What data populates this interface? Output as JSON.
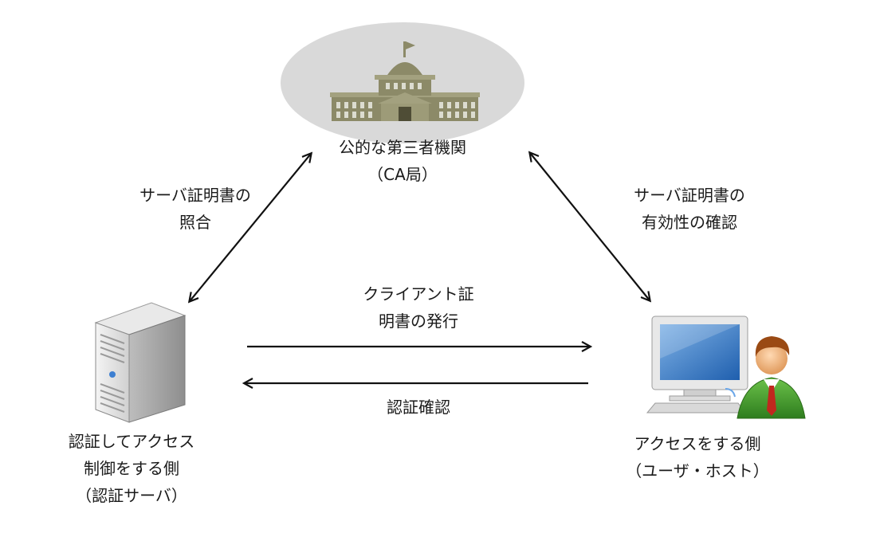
{
  "ca": {
    "label_line1": "公的な第三者機関",
    "label_line2": "（CA局）",
    "ellipse_color": "#d9d9d9",
    "icon": "government-building-icon"
  },
  "server": {
    "label_line1": "認証してアクセス",
    "label_line2": "制御をする側",
    "label_line3": "（認証サーバ）",
    "icon": "server-tower-icon"
  },
  "client": {
    "label_line1": "アクセスをする側",
    "label_line2": "（ユーザ・ホスト）",
    "icon": "user-computer-icon"
  },
  "edges": {
    "server_ca_line1": "サーバ証明書の",
    "server_ca_line2": "照合",
    "client_ca_line1": "サーバ証明書の",
    "client_ca_line2": "有効性の確認",
    "issue_line1": "クライアント証",
    "issue_line2": "明書の発行",
    "auth_confirm": "認証確認"
  }
}
